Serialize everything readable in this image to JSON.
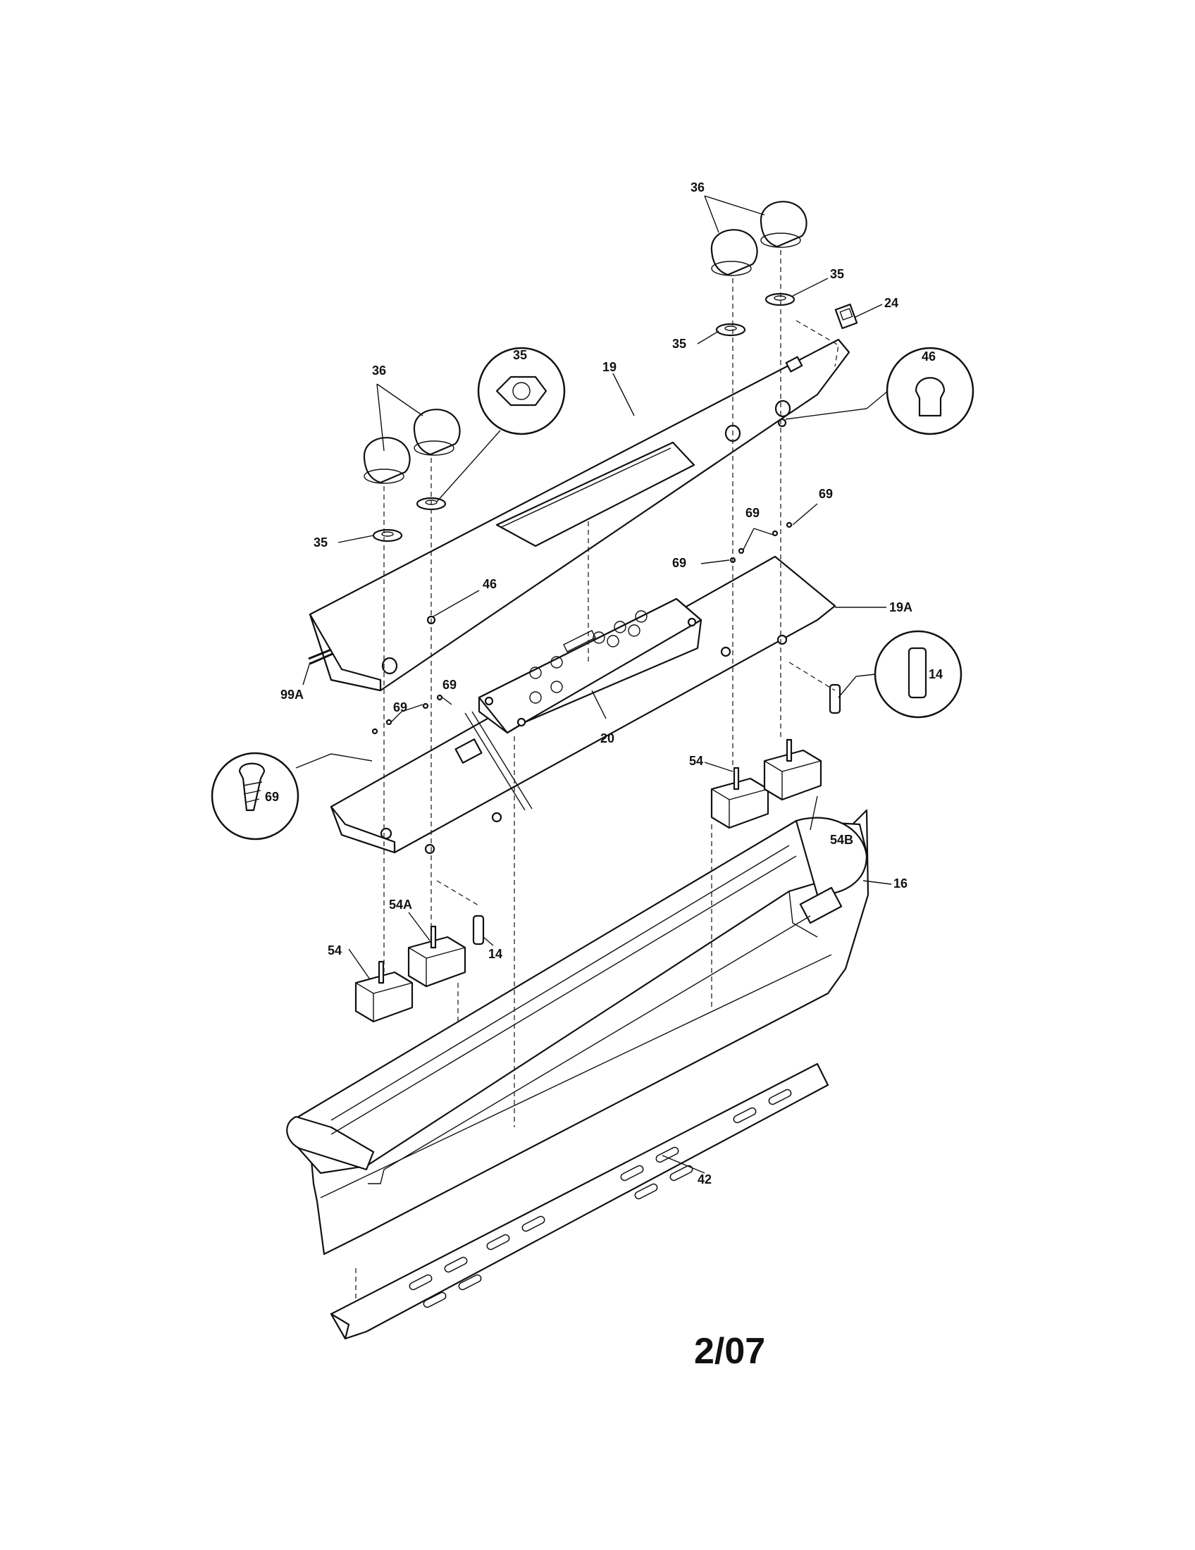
{
  "diagram": {
    "date_code": "2/07",
    "part_labels": {
      "knobs_right": "36",
      "knobs_left": "36",
      "bezel_upper_right": "35",
      "bezel_mid_right": "35",
      "bezel_callout": "35",
      "bezel_left": "35",
      "rocker_switch": "24",
      "indicator_callout": "46",
      "indicator_left": "46",
      "control_panel": "19",
      "panel_bracket": "19A",
      "ribbon_cable": "99A",
      "clock_control": "20",
      "screw_r1": "69",
      "screw_r2": "69",
      "screw_r3": "69",
      "screw_l1": "69",
      "screw_l2": "69",
      "screw_callout": "69",
      "lamp_callout": "14",
      "lamp_left": "14",
      "switch_right": "54",
      "switch_right_b": "54B",
      "switch_left_a": "54A",
      "switch_left": "54",
      "backguard": "16",
      "vent_trim": "42"
    }
  }
}
